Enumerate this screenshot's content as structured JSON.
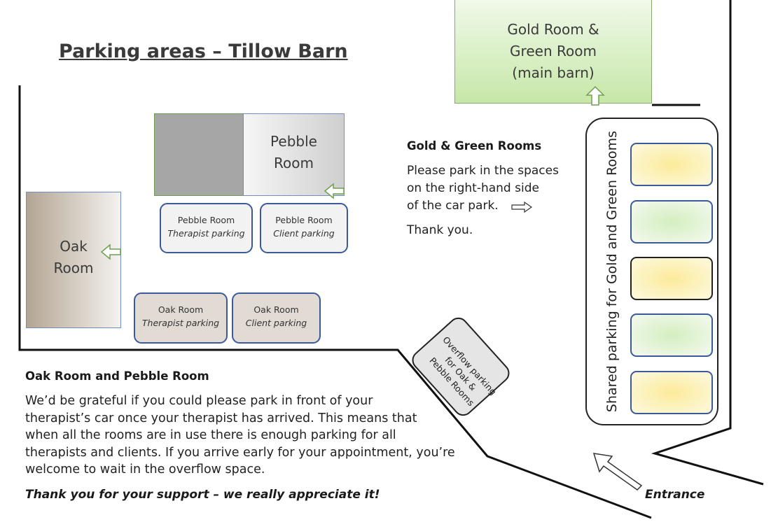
{
  "title": "Parking areas – Tillow Barn",
  "gold_green_room": {
    "lines": [
      "Gold Room &",
      "Green Room",
      "(main barn)"
    ]
  },
  "pebble_room": {
    "lines": [
      "Pebble",
      "Room"
    ]
  },
  "oak_room": {
    "lines": [
      "Oak",
      "Room"
    ]
  },
  "pebble_parking": [
    {
      "line1": "Pebble Room",
      "line2": "Therapist parking"
    },
    {
      "line1": "Pebble Room",
      "line2": "Client parking"
    }
  ],
  "oak_parking": [
    {
      "line1": "Oak Room",
      "line2": "Therapist parking"
    },
    {
      "line1": "Oak Room",
      "line2": "Client parking"
    }
  ],
  "gold_green_info": {
    "heading": "Gold & Green Rooms",
    "lines": [
      "Please park in the spaces",
      "on the right-hand side",
      "of the car park."
    ],
    "thanks": "Thank you."
  },
  "shared_parking": {
    "label": "Shared parking for Gold and Green Rooms",
    "spaces": [
      "yellow",
      "green",
      "yellow",
      "green",
      "yellow"
    ]
  },
  "overflow": {
    "lines": [
      "Overflow parking",
      "for Oak &",
      "Pebble Rooms"
    ]
  },
  "oak_pebble_info": {
    "heading": "Oak Room and Pebble Room",
    "lines": [
      "We’d be grateful if you could please park in front of your",
      "therapist’s car once your therapist has arrived. This means that",
      "when all the rooms are in use there is enough parking for all",
      "therapists and clients. If you arrive early for your appointment, you’re",
      "welcome to wait in the overflow space."
    ],
    "closing": "Thank you for your support – we really appreciate it!"
  },
  "entrance_label": "Entrance",
  "colors": {
    "room_border": "#3a5a9a",
    "green_fill": "#c6e7a8",
    "yellow_space": "#fbeb9a",
    "arrow_outline": "#6fa050"
  }
}
